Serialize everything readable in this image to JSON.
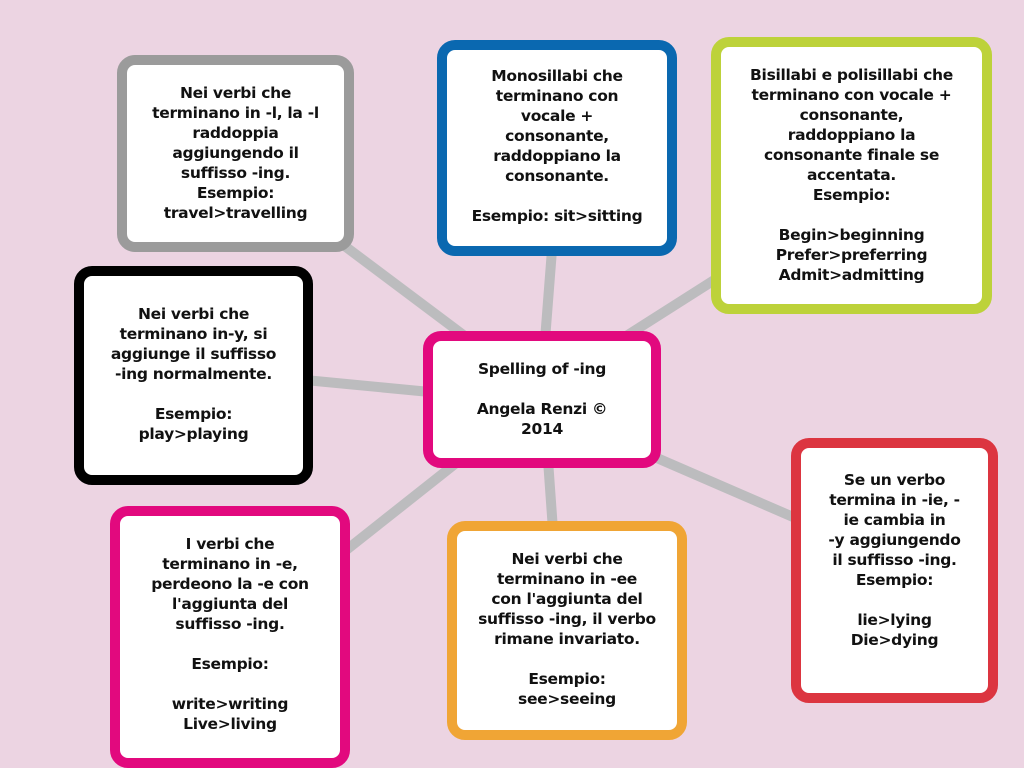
{
  "colors": {
    "background": "#ecd4e2",
    "link": "#bcbcbe",
    "gray": "#9b9b9b",
    "blue": "#0a68b0",
    "green": "#bdd23a",
    "black": "#000000",
    "pink": "#e2097e",
    "red": "#dc3540",
    "orange": "#f0a535"
  },
  "center": {
    "text": "Spelling of -ing\n\nAngela Renzi ©\n2014"
  },
  "nodes": {
    "double_l": "Nei verbi che\nterminano in -l, la -l\nraddoppia\naggiungendo il\nsuffisso -ing.\nEsempio:\ntravel>travelling",
    "monosyllables": "Monosillabi che\nterminano con\nvocale +\nconsonante,\nraddoppiano la\nconsonante.\n\nEsempio: sit>sitting",
    "polysyllables": "Bisillabi e polisillabi che\nterminano con vocale +\nconsonante,\nraddoppiano la\nconsonante finale se\naccentata.\nEsempio:\n\nBegin>beginning\nPrefer>preferring\nAdmit>admitting",
    "ending_y": "Nei verbi che\nterminano in-y, si\naggiunge il suffisso\n-ing normalmente.\n\nEsempio:\nplay>playing",
    "ending_ie": "Se un verbo\ntermina in -ie, -\nie cambia in\n-y aggiungendo\nil suffisso -ing.\nEsempio:\n\nlie>lying\nDie>dying",
    "ending_e": "I verbi che\nterminano in -e,\nperdeono la -e con\nl'aggiunta del\nsuffisso -ing.\n\nEsempio:\n\nwrite>writing\nLive>living",
    "ending_ee": "Nei verbi che\nterminano in -ee\ncon l'aggiunta del\nsuffisso -ing, il verbo\nrimane invariato.\n\nEsempio:\nsee>seeing"
  }
}
